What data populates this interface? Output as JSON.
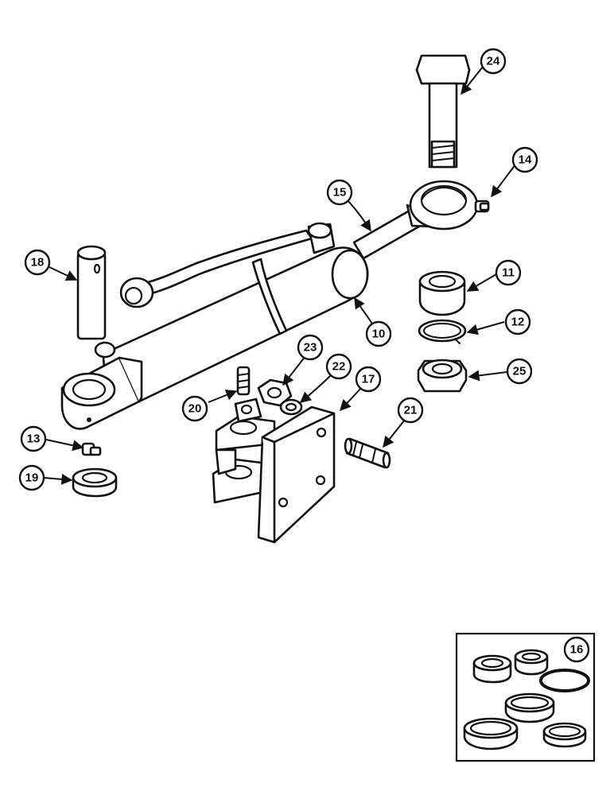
{
  "callouts": {
    "c10": "10",
    "c11": "11",
    "c12": "12",
    "c13": "13",
    "c14": "14",
    "c15": "15",
    "c16": "16",
    "c17": "17",
    "c18": "18",
    "c19": "19",
    "c20": "20",
    "c21": "21",
    "c22": "22",
    "c23": "23",
    "c24": "24",
    "c25": "25"
  }
}
